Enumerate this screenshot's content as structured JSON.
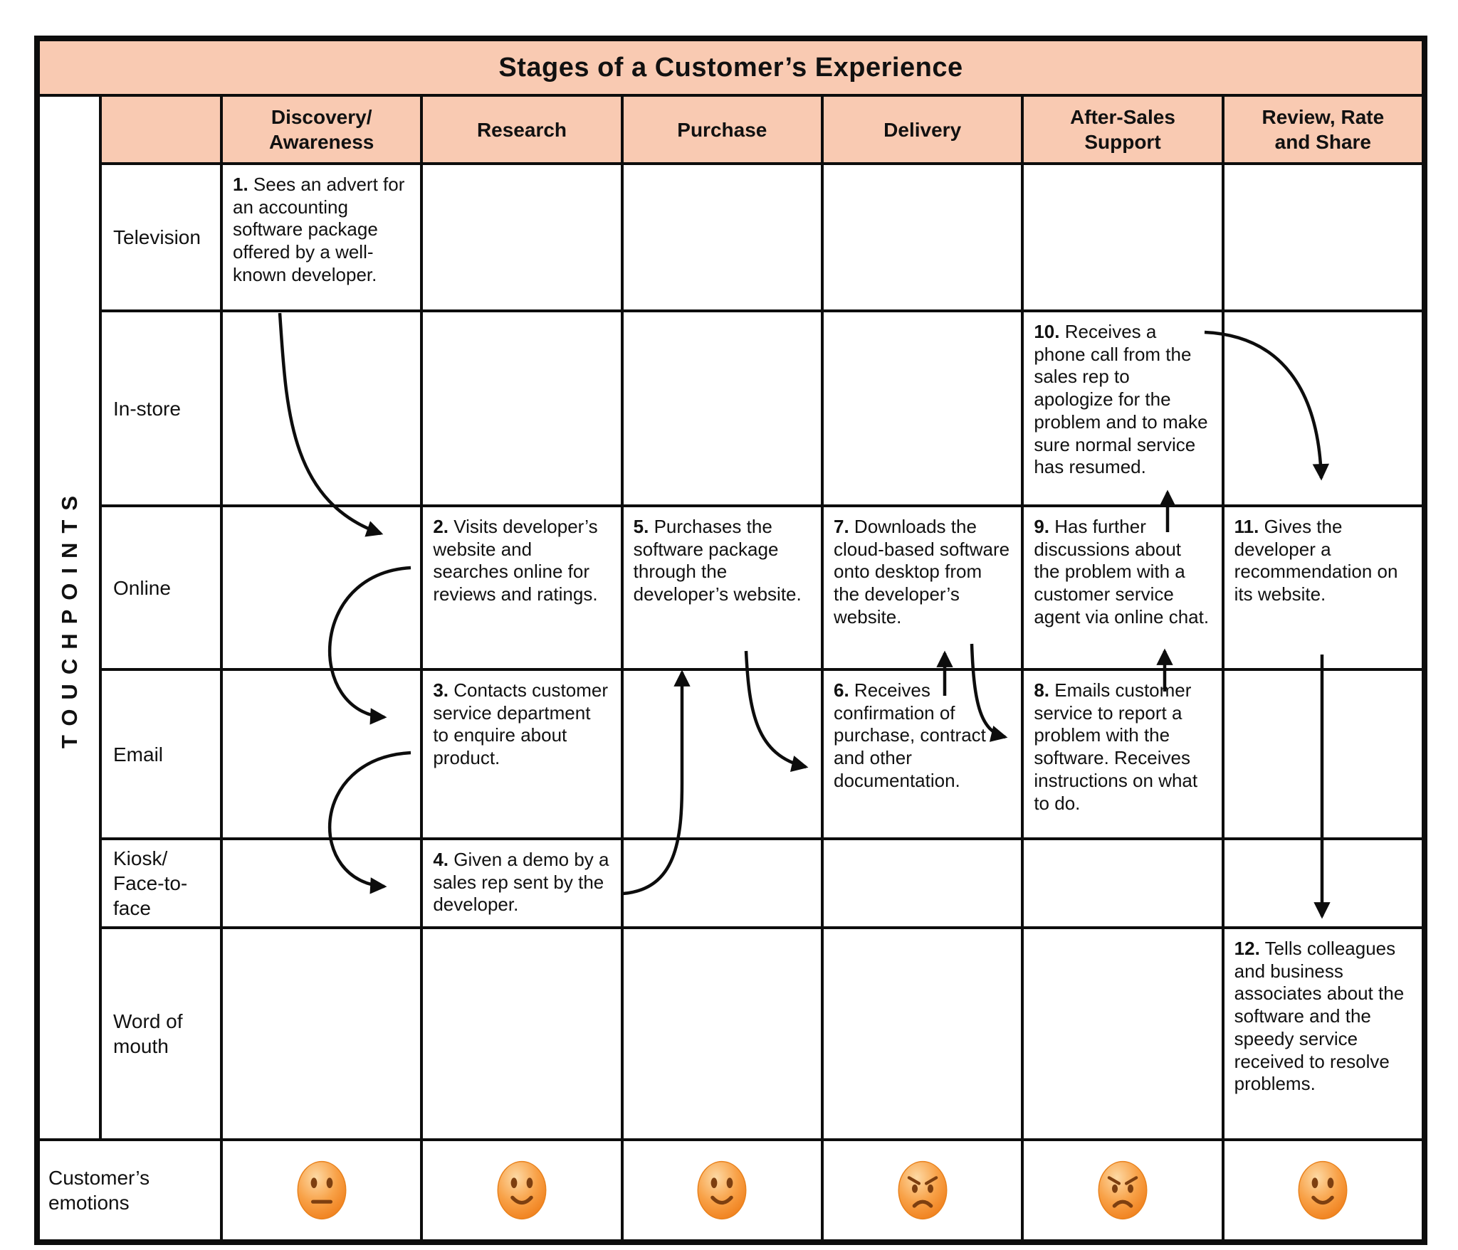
{
  "title": "Stages of a Customer’s Experience",
  "side_label": "TOUCHPOINTS",
  "columns": [
    "Discovery/\nAwareness",
    "Research",
    "Purchase",
    "Delivery",
    "After-Sales\nSupport",
    "Review, Rate\nand Share"
  ],
  "row_labels": [
    "Television",
    "In-store",
    "Online",
    "Email",
    "Kiosk/\nFace-to-\nface",
    "Word of\nmouth"
  ],
  "cells": {
    "c1": {
      "num": "1.",
      "text": "Sees an advert for an accounting software package offered by a well-known developer."
    },
    "c2": {
      "num": "2.",
      "text": "Visits developer’s website and searches online for reviews and ratings."
    },
    "c3": {
      "num": "3.",
      "text": "Contacts customer service department to enquire about product."
    },
    "c4": {
      "num": "4.",
      "text": "Given a demo by a sales rep sent by the developer."
    },
    "c5": {
      "num": "5.",
      "text": "Purchases the software package through the developer’s website."
    },
    "c6": {
      "num": "6.",
      "text": "Receives confirmation of purchase, contract and other documentation."
    },
    "c7": {
      "num": "7.",
      "text": "Downloads the cloud-based software onto desktop from the developer’s website."
    },
    "c8": {
      "num": "8.",
      "text": "Emails customer service to report a problem with the software. Receives instructions on what to do."
    },
    "c9": {
      "num": "9.",
      "text": "Has further discussions about the problem with a customer service agent via online chat."
    },
    "c10": {
      "num": "10.",
      "text": "Receives a phone call from the sales rep to apologize for the problem and to make sure normal service has resumed."
    },
    "c11": {
      "num": "11.",
      "text": "Gives the developer a recommendation on its website."
    },
    "c12": {
      "num": "12.",
      "text": "Tells colleagues and business associates about the software and the speedy service received to resolve problems."
    }
  },
  "emotions": {
    "label": "Customer’s\nemotions",
    "faces": [
      "neutral",
      "happy",
      "happy",
      "angry",
      "angry",
      "happy"
    ]
  },
  "flow": [
    [
      "1",
      "2"
    ],
    [
      "2",
      "3"
    ],
    [
      "3",
      "4"
    ],
    [
      "4",
      "5"
    ],
    [
      "5",
      "6"
    ],
    [
      "6",
      "7"
    ],
    [
      "7",
      "8"
    ],
    [
      "8",
      "9"
    ],
    [
      "9",
      "10"
    ],
    [
      "10",
      "11"
    ],
    [
      "11",
      "12"
    ]
  ],
  "colors": {
    "header_fill": "#f9cab2",
    "line": "#0d0d0d",
    "face_orange": "#f5861f",
    "face_features": "#7d3f10"
  }
}
